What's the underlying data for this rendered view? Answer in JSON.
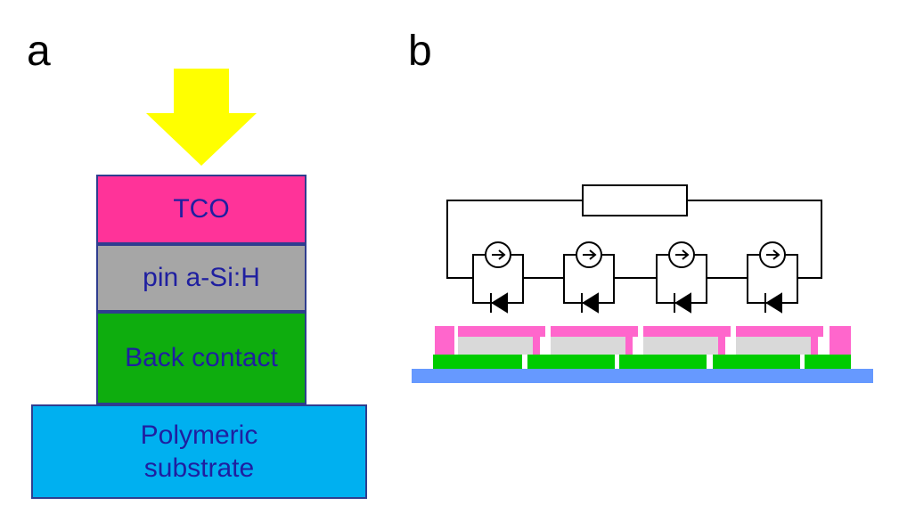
{
  "panels": {
    "a": "a",
    "b": "b"
  },
  "stack": {
    "tco": "TCO",
    "pin": "pin a-Si:H",
    "back_contact": "Back contact",
    "substrate_line1": "Polymeric",
    "substrate_line2": "substrate"
  },
  "colors": {
    "arrow": "#ffff00",
    "tco": "#ff3399",
    "pin": "#a6a6a6",
    "back_contact": "#0ead0e",
    "substrate": "#00b0f0",
    "module_tco": "#ff66cc",
    "module_pin": "#d9d9d9",
    "module_back": "#00cc00",
    "module_substrate": "#6699ff"
  },
  "circuit": {
    "cells": 4
  }
}
